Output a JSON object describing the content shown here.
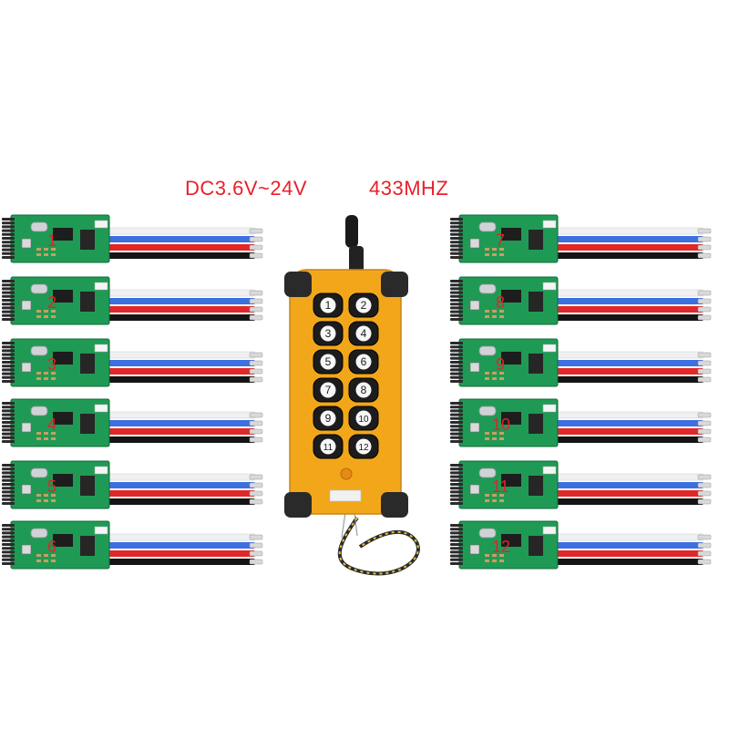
{
  "specs": {
    "voltage": "DC3.6V~24V",
    "frequency": "433MHZ"
  },
  "colors": {
    "text_red": "#e8202a",
    "pcb_green": "#1f9a55",
    "remote_yellow": "#f2a71b",
    "button_black": "#1c1c1c",
    "wire_white": "#eef0f2",
    "wire_blue": "#3c6fe0",
    "wire_red": "#e02828",
    "wire_black": "#141414"
  },
  "receivers_left": [
    {
      "label": "1"
    },
    {
      "label": "2"
    },
    {
      "label": "3"
    },
    {
      "label": "4"
    },
    {
      "label": "5"
    },
    {
      "label": "6"
    }
  ],
  "receivers_right": [
    {
      "label": "7"
    },
    {
      "label": "8"
    },
    {
      "label": "9"
    },
    {
      "label": "10"
    },
    {
      "label": "11"
    },
    {
      "label": "12"
    }
  ],
  "remote": {
    "buttons": [
      "1",
      "2",
      "3",
      "4",
      "5",
      "6",
      "7",
      "8",
      "9",
      "10",
      "11",
      "12"
    ]
  }
}
